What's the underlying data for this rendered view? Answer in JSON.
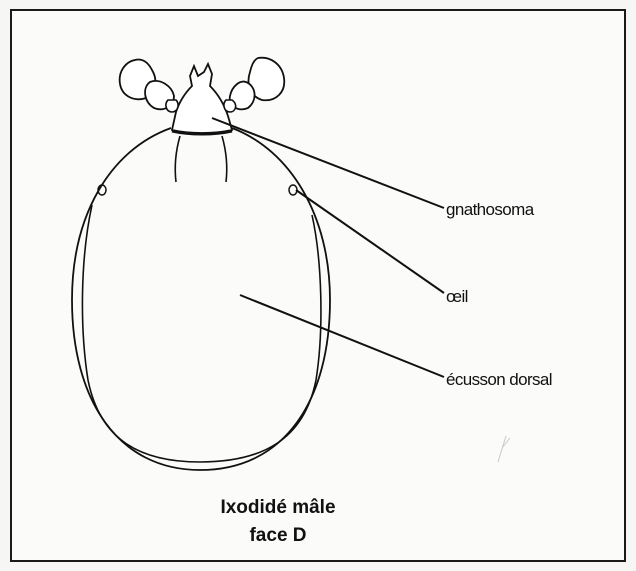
{
  "labels": {
    "gnathosoma": "gnathosoma",
    "oeil": "œil",
    "ecusson": "écusson dorsal"
  },
  "caption": {
    "line1": "Ixodidé mâle",
    "line2": "face D"
  },
  "colors": {
    "ink": "#111111",
    "frame": "#1a1a1a",
    "background": "#fbfbfa"
  }
}
